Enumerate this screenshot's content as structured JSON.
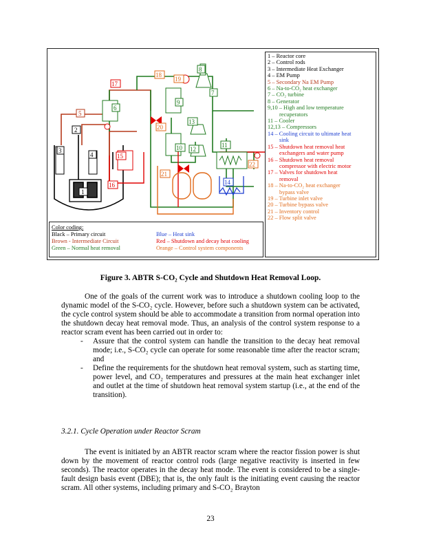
{
  "figure": {
    "legend_items": [
      {
        "text": "1 – Reactor core",
        "color": "black"
      },
      {
        "text": "2 – Control rods",
        "color": "black"
      },
      {
        "text": "3 – Intermediate Heat Exchanger",
        "color": "black"
      },
      {
        "text": "4 – EM Pump",
        "color": "black"
      },
      {
        "text": "5 – Secondary Na EM Pump",
        "color": "brown"
      },
      {
        "text": "6 – Na-to-CO₂ heat exchanger",
        "color": "green"
      },
      {
        "text": "7 – CO₂ turbine",
        "color": "green"
      },
      {
        "text": "8 – Generator",
        "color": "green"
      },
      {
        "text": "9,10 – High and low temperature",
        "color": "green"
      },
      {
        "text": "recuperators",
        "color": "green",
        "indent": true
      },
      {
        "text": "11 – Cooler",
        "color": "green"
      },
      {
        "text": "12,13 – Compressors",
        "color": "green"
      },
      {
        "text": "14 – Cooling circuit to ultimate heat",
        "color": "blue"
      },
      {
        "text": "sink",
        "color": "blue",
        "indent": true
      },
      {
        "text": "15 – Shutdown heat removal heat",
        "color": "red"
      },
      {
        "text": "exchangers and water pump",
        "color": "red",
        "indent": true
      },
      {
        "text": "16 – Shutdown heat removal",
        "color": "red"
      },
      {
        "text": "compressor with electric motor",
        "color": "red",
        "indent": true
      },
      {
        "text": "17 – Valves for shutdown heat",
        "color": "red"
      },
      {
        "text": "removal",
        "color": "red",
        "indent": true
      },
      {
        "text": "18 – Na-to-CO₂ heat exchanger",
        "color": "orange"
      },
      {
        "text": "bypass valve",
        "color": "orange",
        "indent": true
      },
      {
        "text": "19 – Turbine inlet valve",
        "color": "orange"
      },
      {
        "text": "20 – Turbine bypass valve",
        "color": "orange"
      },
      {
        "text": "21 – Inventory control",
        "color": "orange"
      },
      {
        "text": "22 – Flow split valve",
        "color": "orange"
      }
    ],
    "color_coding_title": "Color coding:",
    "color_coding": [
      {
        "text": "Black – Primary circuit",
        "color": "black"
      },
      {
        "text": "Blue – Heat sink",
        "color": "blue"
      },
      {
        "text": "Brown - Intermediate Circuit",
        "color": "brown"
      },
      {
        "text": "Red – Shutdown and decay heat cooling",
        "color": "red"
      },
      {
        "text": "Green – Normal heat removal",
        "color": "green"
      },
      {
        "text": "Orange – Control system components",
        "color": "orange"
      }
    ],
    "component_labels": [
      "1",
      "2",
      "3",
      "4",
      "5",
      "6",
      "7",
      "8",
      "9",
      "10",
      "11",
      "12",
      "13",
      "14",
      "15",
      "16",
      "17",
      "18",
      "19",
      "20",
      "21",
      "22"
    ],
    "colors": {
      "black": "#000000",
      "brown": "#b5391a",
      "green": "#1f7a1f",
      "blue": "#1f3fd0",
      "red": "#e00000",
      "orange": "#e06a1a"
    }
  },
  "caption": "Figure 3. ABTR S-CO₂ Cycle and Shutdown Heat Removal Loop.",
  "paragraph1": "One of the goals of the current work was to introduce a shutdown cooling loop to the dynamic model of the S-CO₂ cycle. However, before such a shutdown system can be activated, the cycle control system should be able to accommodate a transition from normal operation into the shutdown decay heat removal mode. Thus, an analysis of the control system response to a reactor scram event has been carried out in order to:",
  "bullets": [
    "Assure that the control system can handle the transition to the decay heat removal mode; i.e., S-CO₂ cycle can operate for some reasonable time after the reactor scram; and",
    "Define the requirements for the shutdown heat removal system, such as starting time, power level, and CO₂ temperatures and pressures at the main heat exchanger inlet and outlet at the time of shutdown heat removal system startup (i.e., at the end of the transition)."
  ],
  "bullet_marker": "-",
  "section_heading": "3.2.1.   Cycle Operation under Reactor Scram",
  "paragraph2": "The event is initiated by an ABTR reactor scram where the reactor fission power is shut down by the movement of reactor control rods (large negative reactivity is inserted in few seconds). The reactor operates in the decay heat mode. The event is considered to be a single-fault design basis event (DBE); that is, the only fault is the initiating event causing the reactor scram.  All other systems, including primary and S-CO₂ Brayton",
  "page_number": "23"
}
